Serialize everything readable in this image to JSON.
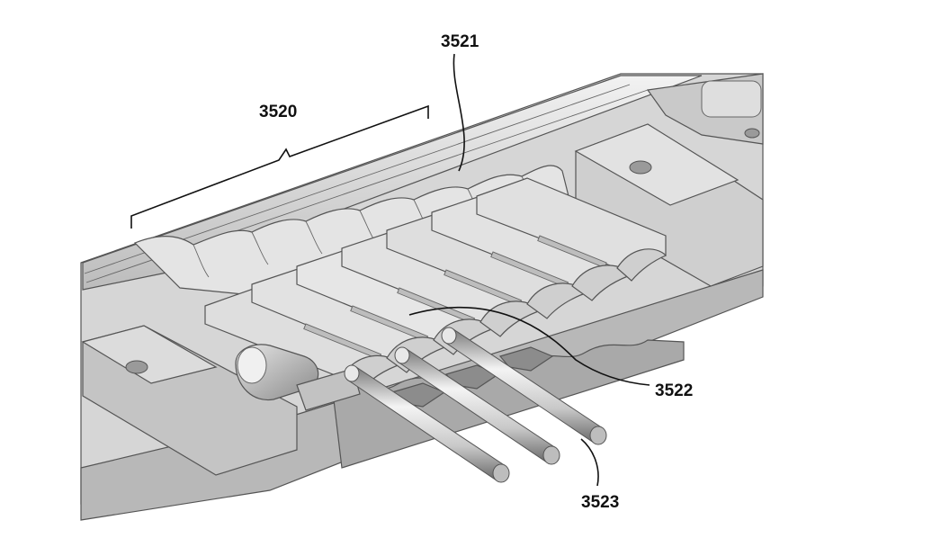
{
  "labels": {
    "bracket_group": "3520",
    "seal_strip": "3521",
    "terminal": "3522",
    "pin": "3523"
  },
  "colors": {
    "background": "#ffffff",
    "housing_top": "#d6d6d6",
    "housing_front": "#bdbdbd",
    "housing_dark": "#8e8e8e",
    "terminal_light": "#e0e0e0",
    "pin_light": "#f0f0f0",
    "leader_line": "#111111"
  }
}
